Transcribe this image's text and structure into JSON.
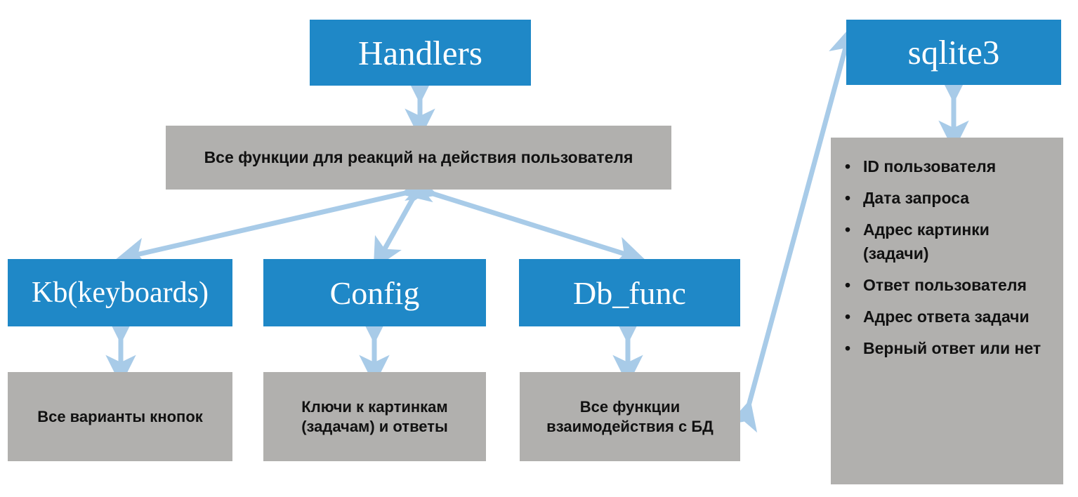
{
  "diagram": {
    "title": "Telegram bot architecture diagram",
    "colors": {
      "module_blue": "#1f88c7",
      "note_gray": "#b1b0ae",
      "arrow_blue": "#a8cbe8",
      "text_white": "#ffffff",
      "text_dark": "#111111",
      "background": "#ffffff"
    },
    "modules": [
      {
        "id": "handlers",
        "label": "Handlers"
      },
      {
        "id": "kb",
        "label": "Kb(keyboards)"
      },
      {
        "id": "config",
        "label": "Config"
      },
      {
        "id": "db_func",
        "label": "Db_func"
      },
      {
        "id": "sqlite3",
        "label": "sqlite3"
      }
    ],
    "notes": [
      {
        "id": "handlers-note",
        "lines": [
          "Все функции для реакций на действия  пользователя"
        ]
      },
      {
        "id": "kb-note",
        "lines": [
          "Все варианты кнопок"
        ]
      },
      {
        "id": "config-note",
        "lines": [
          "Ключи к картинкам",
          "(задачам) и ответы"
        ]
      },
      {
        "id": "dbfunc-note",
        "lines": [
          "Все функции",
          "взаимодействия с БД"
        ]
      }
    ],
    "db_fields": {
      "bullet_glyph": "•",
      "items": [
        "ID пользователя",
        "Дата запроса",
        "Адрес картинки (задачи)",
        "Ответ пользователя",
        "Адрес ответа задачи",
        "Верный ответ или нет"
      ]
    },
    "connections": [
      {
        "from": "handlers",
        "to": "handlers-note",
        "type": "double-arrow-vertical"
      },
      {
        "from": "handlers-note",
        "to": "kb",
        "type": "double-arrow-diagonal"
      },
      {
        "from": "handlers-note",
        "to": "config",
        "type": "double-arrow-diagonal"
      },
      {
        "from": "handlers-note",
        "to": "db_func",
        "type": "double-arrow-diagonal"
      },
      {
        "from": "kb",
        "to": "kb-note",
        "type": "double-arrow-vertical"
      },
      {
        "from": "config",
        "to": "config-note",
        "type": "double-arrow-vertical"
      },
      {
        "from": "db_func",
        "to": "dbfunc-note",
        "type": "double-arrow-vertical"
      },
      {
        "from": "dbfunc-note",
        "to": "sqlite3",
        "type": "double-arrow-diagonal-long"
      },
      {
        "from": "sqlite3",
        "to": "db-fields",
        "type": "double-arrow-vertical"
      }
    ]
  }
}
